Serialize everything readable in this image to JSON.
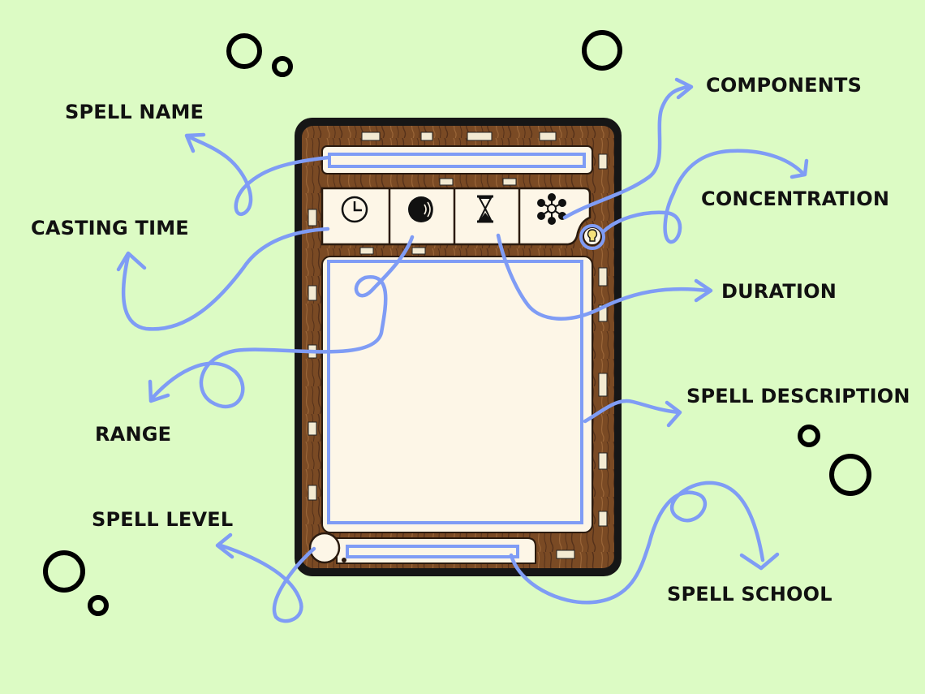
{
  "labels": {
    "spell_name": "SPELL NAME",
    "casting_time": "CASTING TIME",
    "range": "RANGE",
    "spell_level": "SPELL LEVEL",
    "components": "COMPONENTS",
    "concentration": "CONCENTRATION",
    "duration": "DURATION",
    "spell_description": "SPELL DESCRIPTION",
    "spell_school": "SPELL SCHOOL"
  },
  "icons": [
    "clock-icon",
    "range-icon",
    "hourglass-icon",
    "components-icon",
    "concentration-bulb-icon"
  ],
  "colors": {
    "background": "#dcfbc4",
    "arrow": "#7f9cf5",
    "card_border": "#161616",
    "wood": "#7a4a24",
    "parchment": "#fdf6e7",
    "label_text": "#111111",
    "bubbles": "#000000"
  }
}
